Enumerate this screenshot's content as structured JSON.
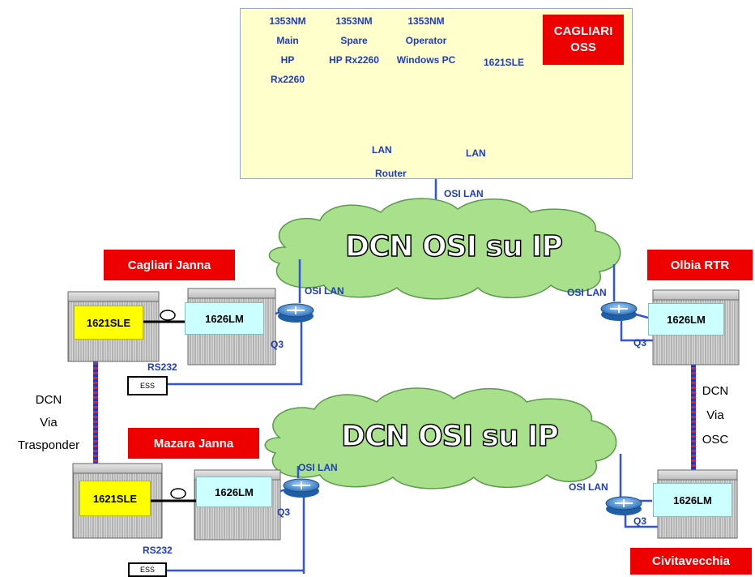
{
  "oss": {
    "title_line1": "CAGLIARI",
    "title_line2": "OSS",
    "columns": [
      {
        "line1": "1353NM",
        "line2": "Main",
        "line3": "HP Rx2260"
      },
      {
        "line1": "1353NM",
        "line2": "Spare",
        "line3": "HP Rx2260"
      },
      {
        "line1": "1353NM",
        "line2": "Operator",
        "line3": "Windows PC"
      },
      {
        "line1": "1621SLE"
      }
    ],
    "lan_left": "LAN",
    "lan_right": "LAN",
    "router": "Router",
    "osi_lan": "OSI LAN"
  },
  "clouds": {
    "top": "DCN OSI su IP",
    "bottom": "DCN OSI su IP"
  },
  "sites": {
    "cagliari": {
      "title": "Cagliari Janna",
      "sle": "1621SLE",
      "lm": "1626LM",
      "q3": "Q3",
      "rs232": "RS232",
      "ess": "ESS",
      "osi_lan": "OSI LAN"
    },
    "mazara": {
      "title": "Mazara Janna",
      "sle": "1621SLE",
      "lm": "1626LM",
      "q3": "Q3",
      "rs232": "RS232",
      "ess": "ESS",
      "osi_lan": "OSI LAN"
    },
    "olbia": {
      "title": "Olbia RTR",
      "lm": "1626LM",
      "q3": "Q3",
      "osi_lan": "OSI LAN"
    },
    "civitavecchia": {
      "title": "Civitavecchia",
      "lm": "1626LM",
      "q3": "Q3",
      "osi_lan": "OSI LAN"
    }
  },
  "links": {
    "left": {
      "line1": "DCN",
      "line2": "Via",
      "line3": "Trasponder"
    },
    "right": {
      "line1": "DCN",
      "line2": "Via",
      "line3": "OSC"
    }
  },
  "colors": {
    "link_blue": "#3355dd",
    "link_red": "#dd2222",
    "cloud_fill": "#a8e08c",
    "label_red": "#ee0000",
    "oss_bg": "#ffffcc"
  }
}
